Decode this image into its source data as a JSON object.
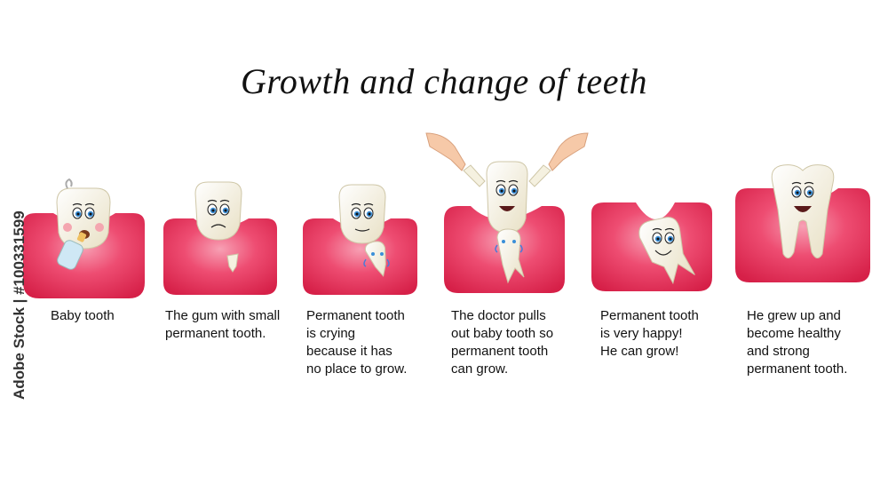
{
  "title": "Growth and change of teeth",
  "stages": [
    {
      "caption": "Baby tooth"
    },
    {
      "caption": "The gum with small\npermanent tooth."
    },
    {
      "caption": "Permanent tooth\nis crying\nbecause it has\nno place to grow."
    },
    {
      "caption": "The doctor pulls\nout baby tooth so\npermanent tooth\ncan grow."
    },
    {
      "caption": "Permanent tooth\nis very happy!\nHe can grow!"
    },
    {
      "caption": "He grew up and\nbecome healthy\nand strong\npermanent tooth."
    }
  ],
  "stock_id": "Adobe Stock | #100331599",
  "colors": {
    "gum": "#e8355a",
    "gum_light": "#f08ba3",
    "tooth": "#f5f1e0",
    "eye": "#3a8fd8"
  }
}
